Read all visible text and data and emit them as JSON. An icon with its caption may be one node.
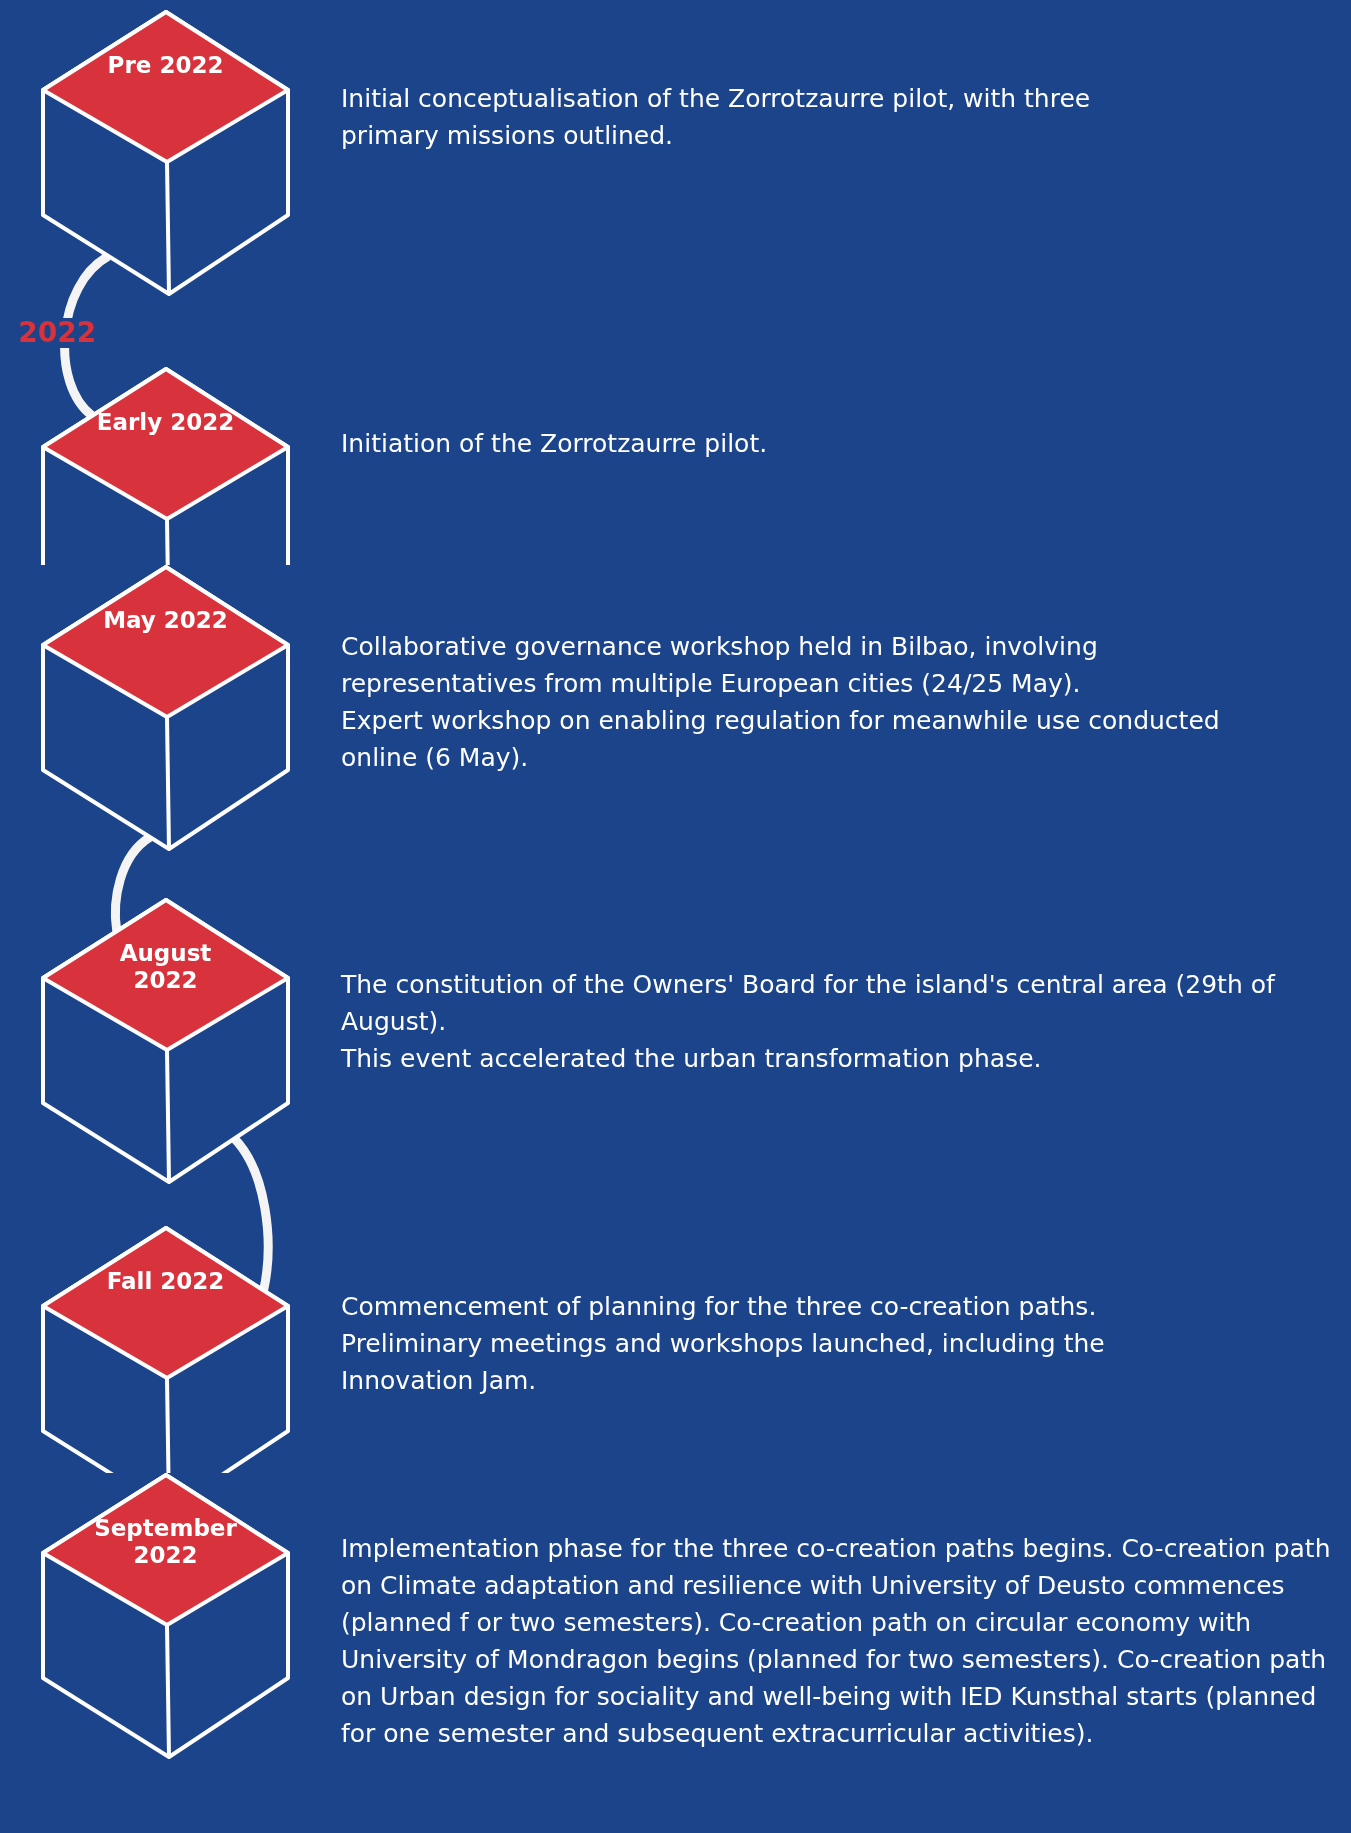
{
  "diagram": {
    "nodes": [
      {
        "text": [
          "Pre 2022"
        ],
        "beside": [
          "Initial conceptualisation of the Zorrotzaurre pilot, with three primary missions outlined."
        ]
      },
      {
        "text": [
          "Early 2022"
        ],
        "beside": [
          "Initiation of the Zorrotzaurre pilot."
        ]
      },
      {
        "text": [
          "May 2022"
        ],
        "beside": [
          "Collaborative governance workshop held in Bilbao, involving representatives from multiple European cities (24/25 May).",
          "Expert workshop on enabling regulation for meanwhile use conducted online (6 May)."
        ]
      },
      {
        "text": [
          "August 2022"
        ],
        "beside": [
          "The constitution of the Owners' Board for the island's central area (29th of August).",
          "This event accelerated the urban transformation phase."
        ]
      },
      {
        "text": [
          "Fall 2022"
        ],
        "beside": [
          "Commencement of planning for the three co-creation paths.",
          "Preliminary meetings and workshops launched, including the Innovation Jam."
        ]
      },
      {
        "text": [
          "September 2022"
        ],
        "beside": [
          "Implementation phase for the three co-creation paths begins. Co-creation path on Climate adaptation and resilience with University of Deusto commences (planned f or two semesters). Co-creation path on circular economy with University of Mondragon begins (planned for two semesters). Co-creation path on Urban design for sociality and well-being with IED Kunsthal starts (planned for one semester and subsequent extracurricular activities)."
        ]
      }
    ],
    "edges": [
      {
        "from": 0,
        "to": 1,
        "arrow": "none",
        "label": "2022"
      },
      {
        "from": 2,
        "to": 3,
        "arrow": "none"
      },
      {
        "from": 3,
        "to": 4,
        "arrow": "none"
      }
    ]
  }
}
